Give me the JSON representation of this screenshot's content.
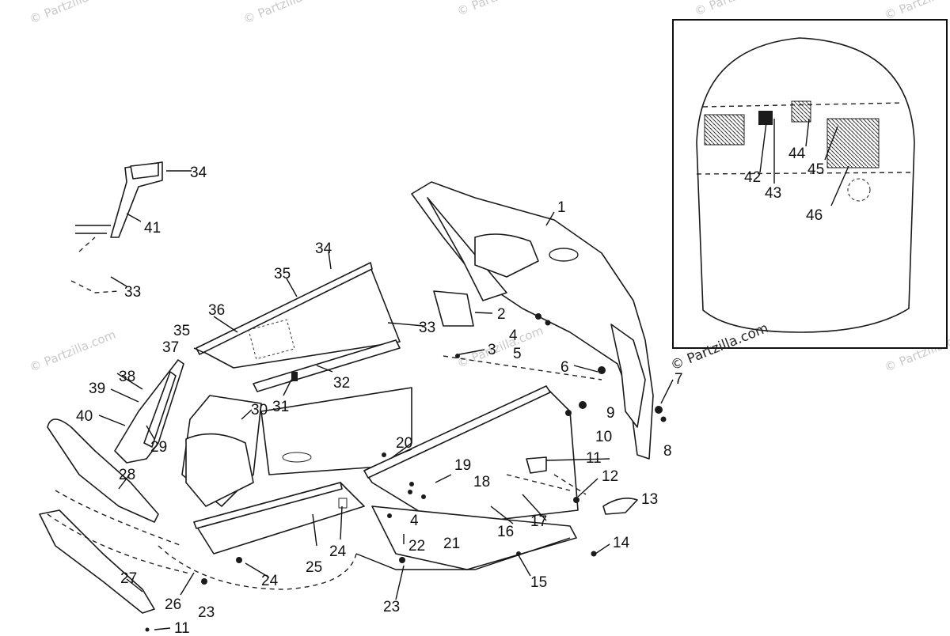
{
  "watermark": "© Partzilla.com",
  "callouts": [
    "1",
    "2",
    "3",
    "4",
    "5",
    "6",
    "7",
    "8",
    "9",
    "10",
    "11",
    "12",
    "13",
    "14",
    "15",
    "16",
    "17",
    "18",
    "19",
    "20",
    "21",
    "22",
    "23",
    "24",
    "25",
    "26",
    "27",
    "28",
    "29",
    "30",
    "31",
    "32",
    "33",
    "34",
    "35",
    "36",
    "37",
    "38",
    "39",
    "40",
    "41",
    "42",
    "43",
    "44",
    "45",
    "46"
  ],
  "inset_label_ids": [
    "42",
    "43",
    "44",
    "45",
    "46"
  ]
}
